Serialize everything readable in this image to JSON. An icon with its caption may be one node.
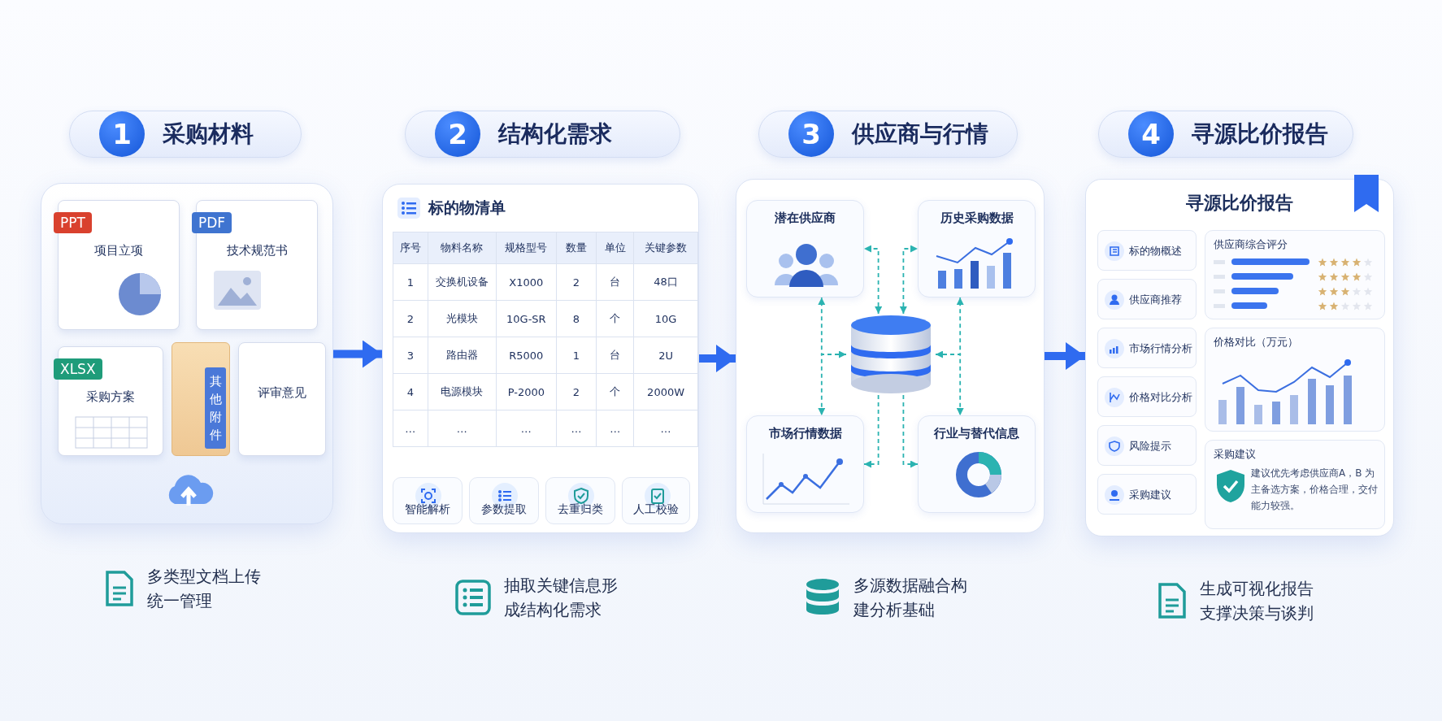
{
  "diagram": {
    "nodes": [
      {
        "text": [
          "1",
          "采购材料"
        ]
      },
      {
        "text": [],
        "shape": "box",
        "beside": [
          "多类型文档上传统一管理"
        ]
      },
      {
        "text": [
          "PPT",
          "项目立项"
        ],
        "in": 1
      },
      {
        "text": [
          "PDF",
          "技术规范书"
        ],
        "in": 1
      },
      {
        "text": [
          "XLSX",
          "采购方案"
        ],
        "in": 1
      },
      {
        "text": [
          "其他附件"
        ],
        "in": 1
      },
      {
        "text": [
          "评审意见"
        ],
        "in": 1
      },
      {
        "text": [
          "2",
          "结构化需求"
        ]
      },
      {
        "text": [
          "标的物清单"
        ],
        "beside": [
          "抽取关键信息形成结构化需求"
        ]
      },
      {
        "text": [
          "智能解析"
        ],
        "in": 8
      },
      {
        "text": [
          "参数提取"
        ],
        "in": 8
      },
      {
        "text": [
          "去重归类"
        ],
        "in": 8
      },
      {
        "text": [
          "人工校验"
        ],
        "in": 8
      },
      {
        "text": [
          "3",
          "供应商与行情"
        ]
      },
      {
        "text": [],
        "shape": "box",
        "beside": [
          "多源数据融合构建分析基础"
        ]
      },
      {
        "text": [
          "潜在供应商"
        ],
        "in": 14
      },
      {
        "text": [
          "历史采购数据"
        ],
        "in": 14
      },
      {
        "text": [],
        "shape": "cylinder",
        "in": 14
      },
      {
        "text": [
          "市场行情数据"
        ],
        "in": 14
      },
      {
        "text": [
          "行业与替代信息"
        ],
        "in": 14
      },
      {
        "text": [
          "4",
          "寻源比价报告"
        ]
      },
      {
        "text": [
          "寻源比价报告"
        ],
        "beside": [
          "生成可视化报告支撑决策与谈判"
        ]
      },
      {
        "text": [
          "标的物概述"
        ],
        "in": 21
      },
      {
        "text": [
          "供应商推荐"
        ],
        "in": 21
      },
      {
        "text": [
          "市场行情分析"
        ],
        "in": 21
      },
      {
        "text": [
          "价格对比分析"
        ],
        "in": 21
      },
      {
        "text": [
          "风险提示"
        ],
        "in": 21
      },
      {
        "text": [
          "采购建议"
        ],
        "in": 21
      },
      {
        "text": [
          "供应商综合评分"
        ],
        "in": 21
      },
      {
        "text": [
          "价格对比（万元）"
        ],
        "in": 21
      },
      {
        "text": [
          "采购建议",
          "建议优先考虑供应商A，B 为主备选方案，价格合理，交付能力较强。"
        ],
        "in": 21
      }
    ],
    "edges": [
      {
        "from": 1,
        "to": 8,
        "arrow": "to",
        "style": "thick",
        "color": "#2f6bf0"
      },
      {
        "from": 8,
        "to": 14,
        "arrow": "to",
        "style": "thick",
        "color": "#2f6bf0"
      },
      {
        "from": 14,
        "to": 21,
        "arrow": "to",
        "style": "thick",
        "color": "#2f6bf0"
      },
      {
        "from": 17,
        "to": 15,
        "arrow": "both",
        "style": "dashed"
      },
      {
        "from": 17,
        "to": 15,
        "arrow": "both",
        "style": "dashed"
      },
      {
        "from": 17,
        "to": 16,
        "arrow": "both",
        "style": "dashed"
      },
      {
        "from": 17,
        "to": 16,
        "arrow": "both",
        "style": "dashed"
      },
      {
        "from": 17,
        "to": 18,
        "arrow": "to",
        "style": "dashed"
      },
      {
        "from": 17,
        "to": 18,
        "arrow": "to",
        "style": "dashed"
      },
      {
        "from": 17,
        "to": 19,
        "arrow": "to",
        "style": "dashed"
      },
      {
        "from": 17,
        "to": 19,
        "arrow": "to",
        "style": "dashed"
      }
    ],
    "labels": [
      "序号",
      "物料名称",
      "规格型号",
      "数量",
      "单位",
      "关键参数",
      "1",
      "交换机设备",
      "X1000",
      "2",
      "台",
      "48口",
      "2",
      "光模块",
      "10G-SR",
      "8",
      "个",
      "10G",
      "3",
      "路由器",
      "R5000",
      "1",
      "台",
      "2U",
      "4",
      "电源模块",
      "P-2000",
      "2",
      "个",
      "2000W",
      "…",
      "…",
      "…",
      "…",
      "…",
      "…"
    ]
  }
}
